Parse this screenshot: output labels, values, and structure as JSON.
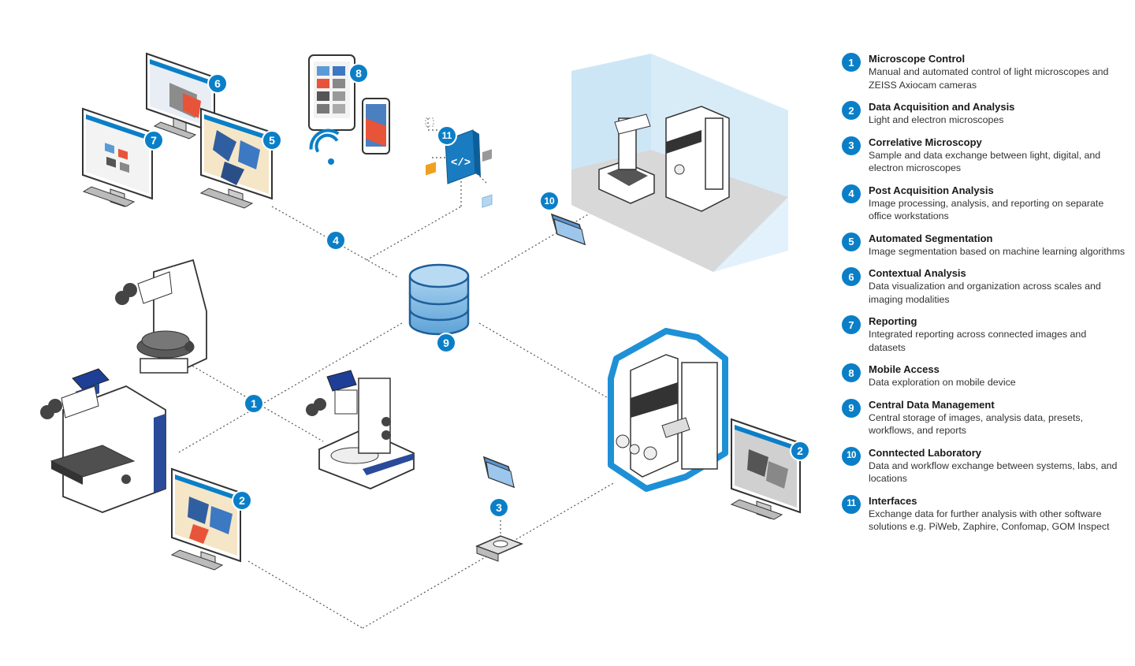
{
  "legend": [
    {
      "num": "1",
      "title": "Microscope Control",
      "desc": "Manual and automated control of light microscopes and ZEISS Axiocam cameras"
    },
    {
      "num": "2",
      "title": "Data Acquisition and Analysis",
      "desc": "Light and electron microscopes"
    },
    {
      "num": "3",
      "title": "Correlative Microscopy",
      "desc": "Sample and data exchange between light, digital, and electron microscopes"
    },
    {
      "num": "4",
      "title": "Post Acquisition Analysis",
      "desc": "Image processing, analysis, and reporting on separate office workstations"
    },
    {
      "num": "5",
      "title": "Automated Segmentation",
      "desc": "Image segmentation based on machine learning algorithms"
    },
    {
      "num": "6",
      "title": "Contextual Analysis",
      "desc": "Data visualization and organization across scales and imaging modalities"
    },
    {
      "num": "7",
      "title": "Reporting",
      "desc": "Integrated reporting across connected images and datasets"
    },
    {
      "num": "8",
      "title": "Mobile Access",
      "desc": "Data exploration on mobile device"
    },
    {
      "num": "9",
      "title": "Central Data Management",
      "desc": "Central storage of images, analysis data, presets, workflows, and reports"
    },
    {
      "num": "10",
      "title": "Conntected Laboratory",
      "desc": "Data and workflow exchange between systems, labs, and locations"
    },
    {
      "num": "11",
      "title": "Interfaces",
      "desc": "Exchange data for further analysis with other software solutions e.g. PiWeb, Zaphire, Confomap, GOM Inspect"
    }
  ],
  "callouts": {
    "c1": "1",
    "c2a": "2",
    "c2b": "2",
    "c3": "3",
    "c4": "4",
    "c5": "5",
    "c6": "6",
    "c7": "7",
    "c8": "8",
    "c9": "9",
    "c10": "10",
    "c11": "11"
  },
  "icons": {
    "interface_glyph": "</>"
  },
  "colors": {
    "accent": "#0a7fc7",
    "database": "#7fb6e0",
    "room": "#d6ebf7",
    "highlight": "#1e90d6",
    "orange": "#f0a020"
  }
}
